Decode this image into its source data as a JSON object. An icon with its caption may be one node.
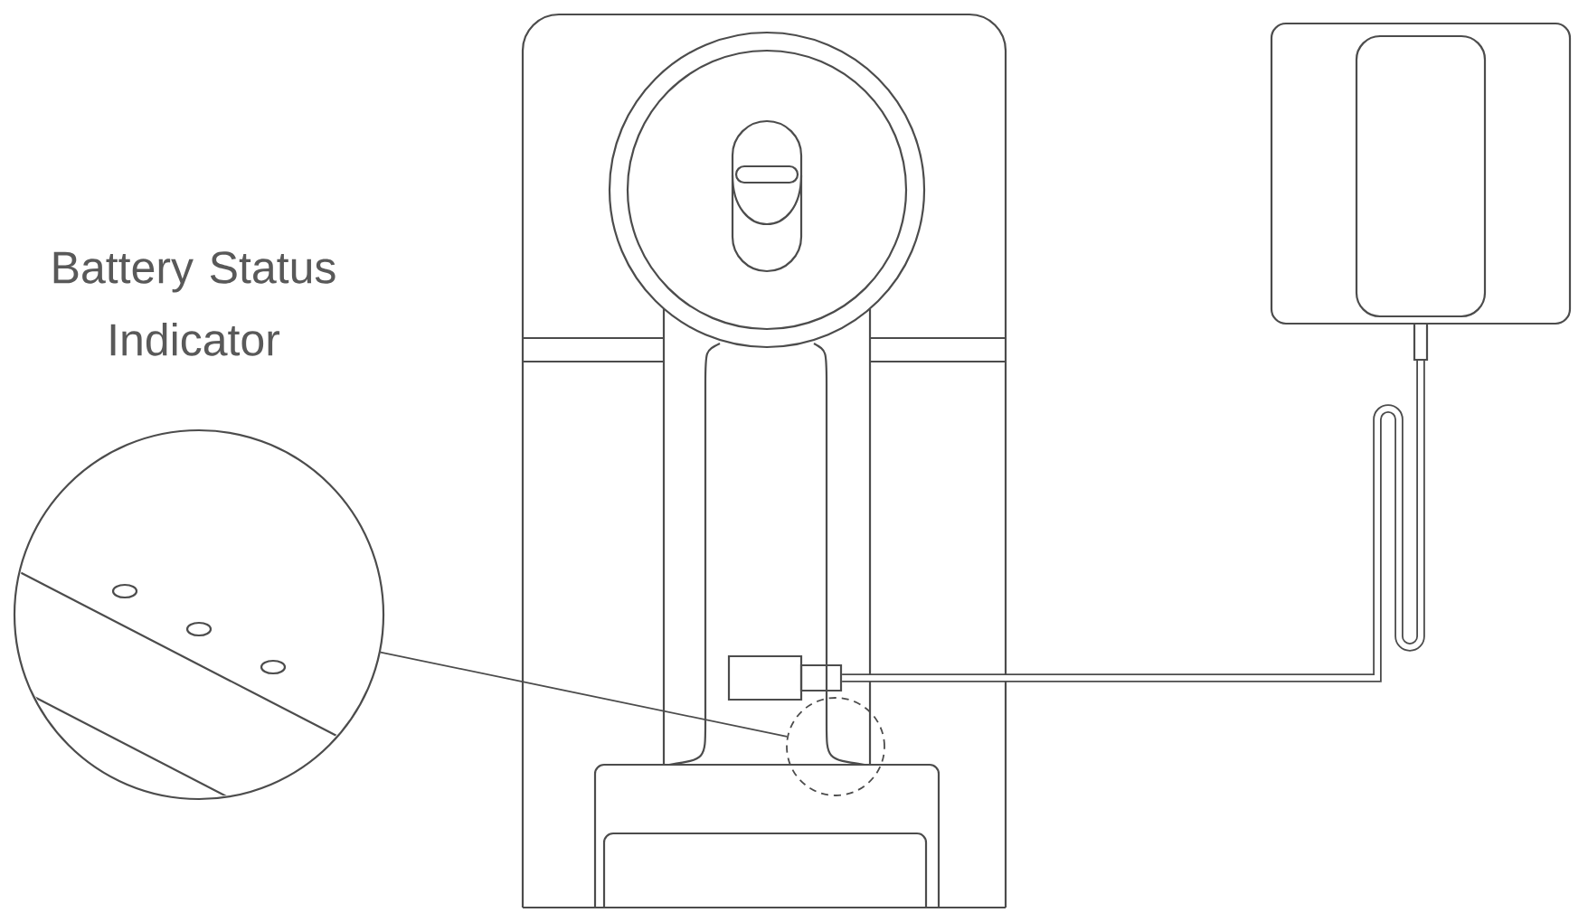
{
  "diagram": {
    "nodes": [
      {
        "text": [
          "Battery Status Indicator"
        ]
      },
      {
        "text": [],
        "shape": "circle"
      },
      {
        "text": [],
        "shape": "box"
      },
      {
        "text": [],
        "shape": "box"
      }
    ],
    "edges": [
      {
        "from": 0,
        "to": 1,
        "arrow": "none"
      },
      {
        "from": 2,
        "to": 3,
        "arrow": "none",
        "style": "thick"
      }
    ]
  }
}
